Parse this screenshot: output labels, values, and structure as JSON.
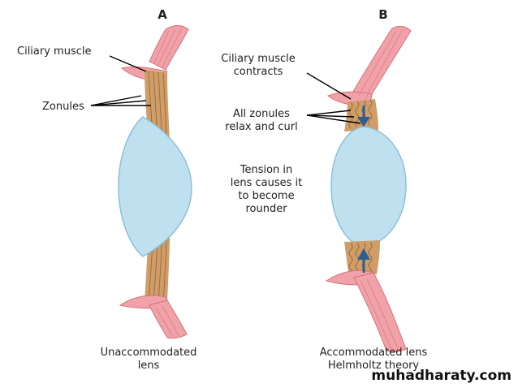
{
  "panels": {
    "a": {
      "heading": "A",
      "labels": {
        "ciliary_muscle": "Ciliary muscle",
        "zonules": "Zonules"
      },
      "caption": [
        "Unaccommodated",
        "lens"
      ]
    },
    "b": {
      "heading": "B",
      "labels": {
        "ciliary_contracts": [
          "Ciliary muscle",
          "contracts"
        ],
        "zonules_relax": [
          "All zonules",
          "relax and curl"
        ],
        "tension": [
          "Tension in",
          "lens causes it",
          "to become",
          "rounder"
        ]
      },
      "caption": [
        "Accommodated lens",
        "Helmholtz theory"
      ]
    }
  },
  "watermark": "muhadharaty.com",
  "colors": {
    "muscle": "#f0a2a8",
    "muscle_stroke": "#d4737b",
    "zonule": "#cf9d68",
    "zonule_line": "#9c6a3c",
    "lens": "#bfe0ef",
    "lens_stroke": "#8cc0da",
    "arrow": "#2d5f95",
    "leader": "#000000"
  },
  "icons": [
    "arrow-down-icon",
    "arrow-up-icon"
  ]
}
